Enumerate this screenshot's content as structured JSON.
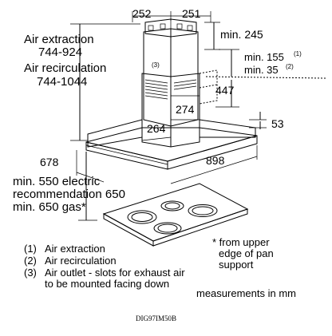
{
  "dimensions": {
    "chimney_width_front": "252",
    "chimney_width_side": "251",
    "min_245": "min. 245",
    "air_extraction_label": "Air extraction",
    "air_extraction_range": "744-924",
    "air_recirculation_label": "Air recirculation",
    "air_recirculation_range": "744-1044",
    "min_155": "min. 155",
    "min_155_ref": "(1)",
    "min_35": "min. 35",
    "min_35_ref": "(2)",
    "outlet_ref": "(3)",
    "depth_447": "447",
    "inner_274": "274",
    "inner_264": "264",
    "hood_depth_678": "678",
    "hood_width_898": "898",
    "hood_height_53": "53"
  },
  "clearance": {
    "line1": "min. 550 electric",
    "line2": "recommendation 650",
    "line3": "min. 650 gas*"
  },
  "footnote": {
    "line1": "* from upper",
    "line2": "edge of pan",
    "line3": "support"
  },
  "legend": [
    {
      "num": "(1)",
      "text": "Air extraction"
    },
    {
      "num": "(2)",
      "text": "Air recirculation"
    },
    {
      "num": "(3)",
      "text": "Air outlet - slots for exhaust air"
    },
    {
      "num": "",
      "text": "to be mounted facing down"
    }
  ],
  "units_note": "measurements in mm",
  "model_code": "DIG97IM50B"
}
